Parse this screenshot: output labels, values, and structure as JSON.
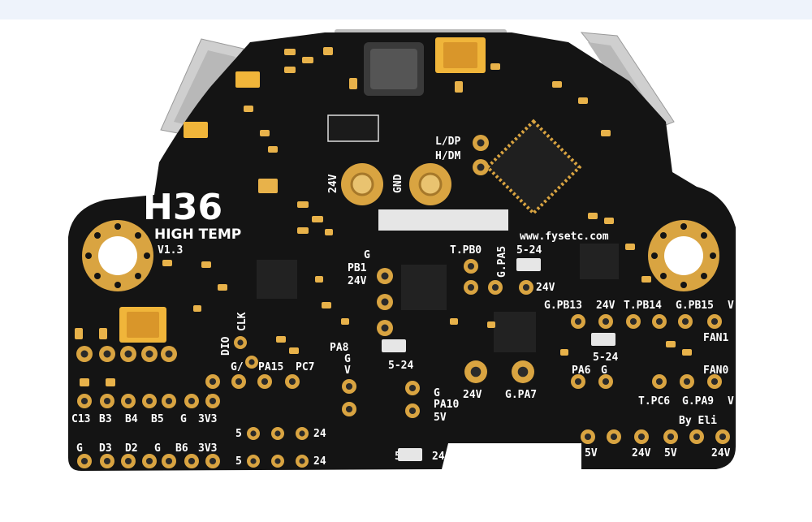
{
  "colors": {
    "pcb": "#141414",
    "gold": "#d9a441",
    "silkscreen": "#ffffff",
    "connector": "#cfcfcf"
  },
  "board": {
    "model": "H36",
    "model_subtitle": "HIGH TEMP",
    "version": "V1.3",
    "website": "www.fysetc.com",
    "credit": "By Eli"
  },
  "silk": {
    "ldp": "L/DP",
    "hdm": "H/DM",
    "v24_top": "24V",
    "gnd_top": "GND",
    "g_pb1": "G",
    "pb1": "PB1",
    "pb1_24v": "24V",
    "tpb0": "T.PB0",
    "gpa5": "G.PA5",
    "r524_a": "5-24",
    "v24_pa5": "24V",
    "gpb13": "G.PB13",
    "v24_mid": "24V",
    "tpb14": "T.PB14",
    "gpb15": "G.PB15",
    "v_r": "V",
    "fan1": "FAN1",
    "r524_b": "5-24",
    "pa6": "PA6",
    "g_pa6": "G",
    "fan0": "FAN0",
    "tpc6": "T.PC6",
    "gpa9": "G.PA9",
    "v_r2": "V",
    "dio": "DIO",
    "clk": "CLK",
    "g_slash": "G/",
    "pa15": "PA15",
    "pc7": "PC7",
    "pa8": "PA8",
    "g_pa8": "G",
    "v_pa8": "V",
    "r524_c": "5-24",
    "v_left": "V",
    "v24_pa7": "24V",
    "gpa7": "G.PA7",
    "g_pa10": "G",
    "pa10": "PA10",
    "v5_pa10": "5V",
    "c13": "C13",
    "b3": "B3",
    "b4": "B4",
    "b5": "B5",
    "g_r1": "G",
    "v33_r1": "3V3",
    "g_r2a": "G",
    "d3": "D3",
    "d2": "D2",
    "g_r2b": "G",
    "b6": "B6",
    "v33_r2": "3V3",
    "five_a": "5",
    "tf_a": "24",
    "five_b": "5",
    "tf_b": "24",
    "five_c": "5",
    "tf_c": "24",
    "v5_b1": "5V",
    "v24_b1": "24V",
    "v5_b2": "5V",
    "v24_b2": "24V"
  }
}
